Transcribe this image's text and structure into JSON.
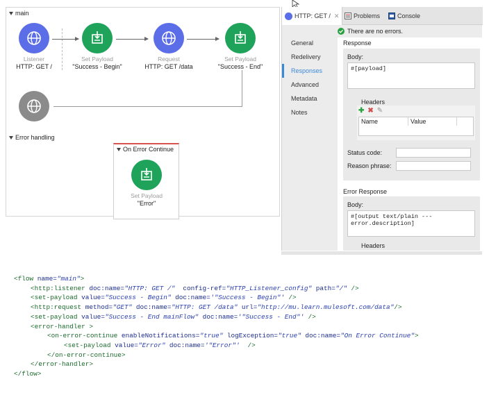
{
  "canvas": {
    "main_label": "main",
    "nodes": [
      {
        "type": "Listener",
        "name": "HTTP: GET /",
        "color": "blue",
        "icon": "globe-icon"
      },
      {
        "type": "Set Payload",
        "name": "\"Success - Begin\"",
        "color": "green",
        "icon": "set-payload-icon"
      },
      {
        "type": "Request",
        "name": "HTTP: GET /data",
        "color": "blue",
        "icon": "globe-icon"
      },
      {
        "type": "Set Payload",
        "name": "\"Success - End\"",
        "color": "green",
        "icon": "set-payload-icon"
      }
    ],
    "error_section_label": "Error handling",
    "error_handler": {
      "title": "On Error Continue",
      "node": {
        "type": "Set Payload",
        "name": "\"Error\"",
        "color": "green",
        "icon": "set-payload-icon"
      }
    }
  },
  "properties": {
    "tabs": [
      {
        "label": "HTTP: GET /",
        "icon": "globe-icon"
      },
      {
        "label": "Problems",
        "icon": "problems-icon"
      },
      {
        "label": "Console",
        "icon": "console-icon"
      }
    ],
    "status": "There are no errors.",
    "nav": [
      "General",
      "Redelivery",
      "Responses",
      "Advanced",
      "Metadata",
      "Notes"
    ],
    "active_nav": "Responses",
    "response": {
      "section_label": "Response",
      "body_label": "Body:",
      "body_value": "#[payload]",
      "headers_label": "Headers",
      "header_columns": [
        "Name",
        "Value"
      ],
      "status_code_label": "Status code:",
      "reason_phrase_label": "Reason phrase:"
    },
    "error_response": {
      "section_label": "Error Response",
      "body_label": "Body:",
      "body_value": "#[output text/plain --- error.description]",
      "headers_label": "Headers"
    }
  },
  "code": {
    "lines": [
      {
        "indent": 0,
        "parts": [
          [
            "tag",
            "<flow "
          ],
          [
            "attr",
            "name="
          ],
          [
            "val",
            "\"main\""
          ],
          [
            "tag",
            ">"
          ]
        ]
      },
      {
        "indent": 1,
        "parts": [
          [
            "tag",
            "<http:listener "
          ],
          [
            "attr",
            "doc:name="
          ],
          [
            "val",
            "\"HTTP: GET /\""
          ],
          [
            "attr",
            "  config-ref="
          ],
          [
            "val",
            "\"HTTP_Listener_config\""
          ],
          [
            "attr",
            " path="
          ],
          [
            "val",
            "\"/\""
          ],
          [
            "tag",
            " />"
          ]
        ]
      },
      {
        "indent": 1,
        "parts": [
          [
            "tag",
            "<set-payload "
          ],
          [
            "attr",
            "value="
          ],
          [
            "val",
            "\"Success - Begin\""
          ],
          [
            "attr",
            " doc:name="
          ],
          [
            "val",
            "'\"Success - Begin\"'"
          ],
          [
            "tag",
            " />"
          ]
        ]
      },
      {
        "indent": 1,
        "parts": [
          [
            "tag",
            "<http:request "
          ],
          [
            "attr",
            "method="
          ],
          [
            "val",
            "\"GET\""
          ],
          [
            "attr",
            " doc:name="
          ],
          [
            "val",
            "\"HTTP: GET /data\""
          ],
          [
            "attr",
            " url="
          ],
          [
            "val",
            "\"http://mu.learn.mulesoft.com/data\""
          ],
          [
            "tag",
            "/>"
          ]
        ]
      },
      {
        "indent": 1,
        "parts": [
          [
            "tag",
            "<set-payload "
          ],
          [
            "attr",
            "value="
          ],
          [
            "val",
            "\"Success - End mainFlow\""
          ],
          [
            "attr",
            " doc:name="
          ],
          [
            "val",
            "'\"Success - End\"'"
          ],
          [
            "tag",
            " />"
          ]
        ]
      },
      {
        "indent": 1,
        "parts": [
          [
            "tag",
            "<error-handler >"
          ]
        ]
      },
      {
        "indent": 2,
        "parts": [
          [
            "tag",
            "<on-error-continue "
          ],
          [
            "attr",
            "enableNotifications="
          ],
          [
            "val",
            "\"true\""
          ],
          [
            "attr",
            " logException="
          ],
          [
            "val",
            "\"true\""
          ],
          [
            "attr",
            " doc:name="
          ],
          [
            "val",
            "\"On Error Continue\""
          ],
          [
            "tag",
            ">"
          ]
        ]
      },
      {
        "indent": 3,
        "parts": [
          [
            "tag",
            "<set-payload "
          ],
          [
            "attr",
            "value="
          ],
          [
            "val",
            "\"Error\""
          ],
          [
            "attr",
            " doc:name="
          ],
          [
            "val",
            "'\"Error\"'"
          ],
          [
            "tag",
            "  />"
          ]
        ]
      },
      {
        "indent": 2,
        "parts": [
          [
            "tag",
            "</on-error-continue>"
          ]
        ]
      },
      {
        "indent": 1,
        "parts": [
          [
            "tag",
            "</error-handler>"
          ]
        ]
      },
      {
        "indent": 0,
        "parts": [
          [
            "tag",
            "</flow>"
          ]
        ]
      }
    ]
  }
}
